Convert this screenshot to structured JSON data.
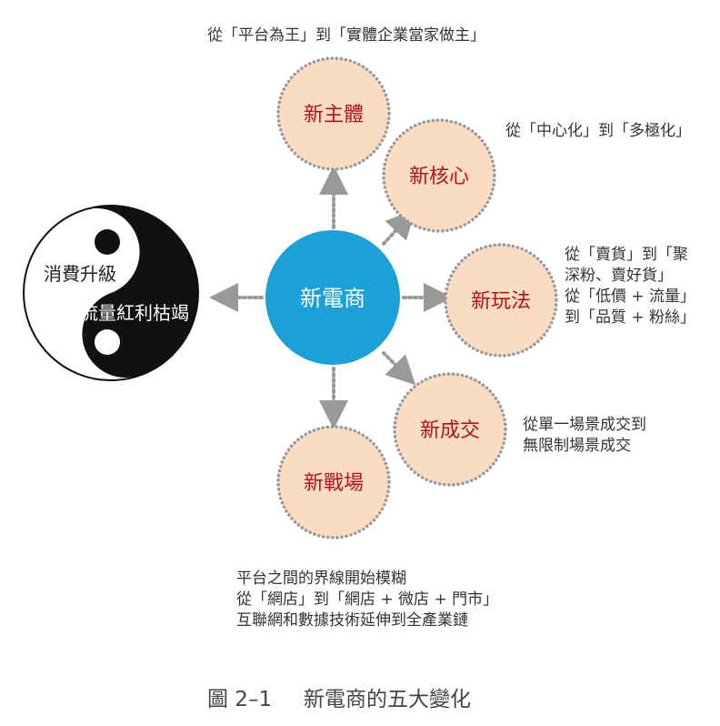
{
  "center": {
    "label": "新電商"
  },
  "yin_yang": {
    "light_label": "消費升級",
    "dark_label": "流量紅利枯竭"
  },
  "nodes": [
    {
      "label": "新主體",
      "note": [
        "從「平台為王」到「實體企業當家做主」"
      ]
    },
    {
      "label": "新核心",
      "note": [
        "從「中心化」到「多極化」"
      ]
    },
    {
      "label": "新玩法",
      "note": [
        "從「賣貨」到「聚",
        "深粉、賣好貨」",
        "從「低價 + 流量」",
        "到「品質 + 粉絲」"
      ]
    },
    {
      "label": "新成交",
      "note": [
        "從單一場景成交到",
        "無限制場景成交"
      ]
    },
    {
      "label": "新戰場",
      "note": [
        "平台之間的界線開始模糊",
        "從「網店」到「網店 + 微店 + 門市」",
        "互聯網和數據技術延伸到全產業鏈"
      ]
    }
  ],
  "caption": {
    "figure": "圖 2–1",
    "title": "新電商的五大變化"
  },
  "colors": {
    "center": "#1ca0d8",
    "node_fill": "#f9dcc2",
    "node_text": "#b3131b",
    "dots": "#999999"
  }
}
